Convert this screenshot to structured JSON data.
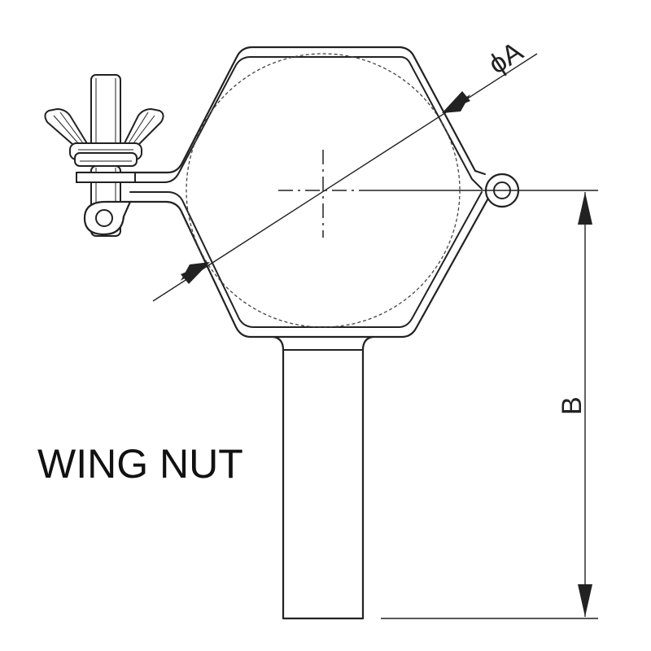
{
  "drawing": {
    "caption": "WING NUT",
    "dimension_diameter_label": "ϕA",
    "dimension_height_label": "B",
    "icons": {
      "hanger": "hex-pipe-hanger-icon",
      "wing_nut": "wing-nut-icon",
      "bolt": "bolt-icon",
      "hinge": "hinge-eye-icon",
      "rod": "threaded-rod-icon"
    },
    "colors": {
      "line": "#222222",
      "background": "#ffffff"
    }
  }
}
